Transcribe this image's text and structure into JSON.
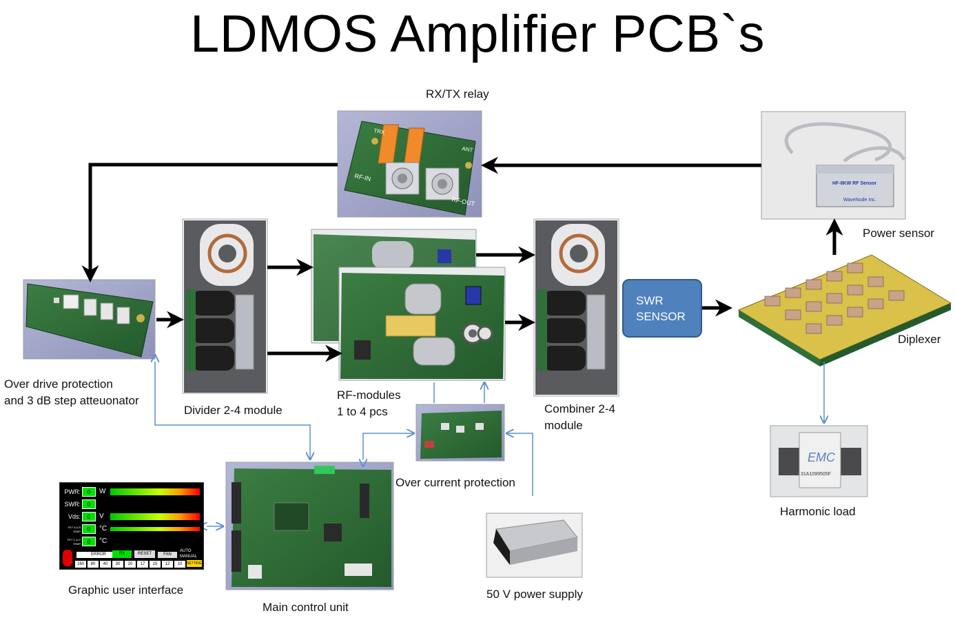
{
  "title": "LDMOS Amplifier PCB`s",
  "labels": {
    "rxtx_relay": "RX/TX relay",
    "power_sensor": "Power sensor",
    "diplexer": "Diplexer",
    "over_drive_1": "Over drive protection",
    "over_drive_2": "and 3 dB step atteuonator",
    "divider": "Divider 2-4 module",
    "rf_modules_1": "RF-modules",
    "rf_modules_2": "1 to 4 pcs",
    "combiner_1": "Combiner 2-4",
    "combiner_2": "module",
    "swr_1": "SWR",
    "swr_2": "SENSOR",
    "over_current": "Over current protection",
    "harmonic_load": "Harmonic load",
    "main_control": "Main control unit",
    "gui": "Graphic user interface",
    "power_supply": "50 V power supply"
  },
  "pcb_text": {
    "relay_trx": "TRX",
    "relay_ant": "ANT",
    "relay_rf_in": "RF-IN",
    "relay_rf_out": "RF-OUT",
    "sensor_name": "HF-8KW RF Sensor",
    "sensor_brand": "WaveNode Inc.",
    "harmonic_emc": "EMC",
    "harmonic_part": "31A1099505F"
  },
  "gui_panel": {
    "rows": [
      {
        "name": "PWR:",
        "value": "0",
        "unit": "W"
      },
      {
        "name": "SWR:",
        "value": "0",
        "unit": ""
      },
      {
        "name": "Vds:",
        "value": "0",
        "unit": "V"
      },
      {
        "name": "FET A & B TEMP",
        "value": "0",
        "unit": "°C"
      },
      {
        "name": "FET C & D TEMP",
        "value": "0",
        "unit": "°C"
      }
    ],
    "error": "ERROR",
    "rx": "RX",
    "reset": "RESET",
    "fan": "FAN",
    "auto": "AUTO",
    "manual": "MANUAL",
    "settings": "SETTINGS",
    "bands": [
      "160",
      "80",
      "40",
      "30",
      "20",
      "17",
      "15",
      "12",
      "10"
    ]
  },
  "colors": {
    "thick_arrow": "#000000",
    "control_line": "#5b8fd0",
    "swr_fill": "#4f81bd",
    "pcb_green": "#2e6b36",
    "pcb_background": "#9ea3c6"
  }
}
